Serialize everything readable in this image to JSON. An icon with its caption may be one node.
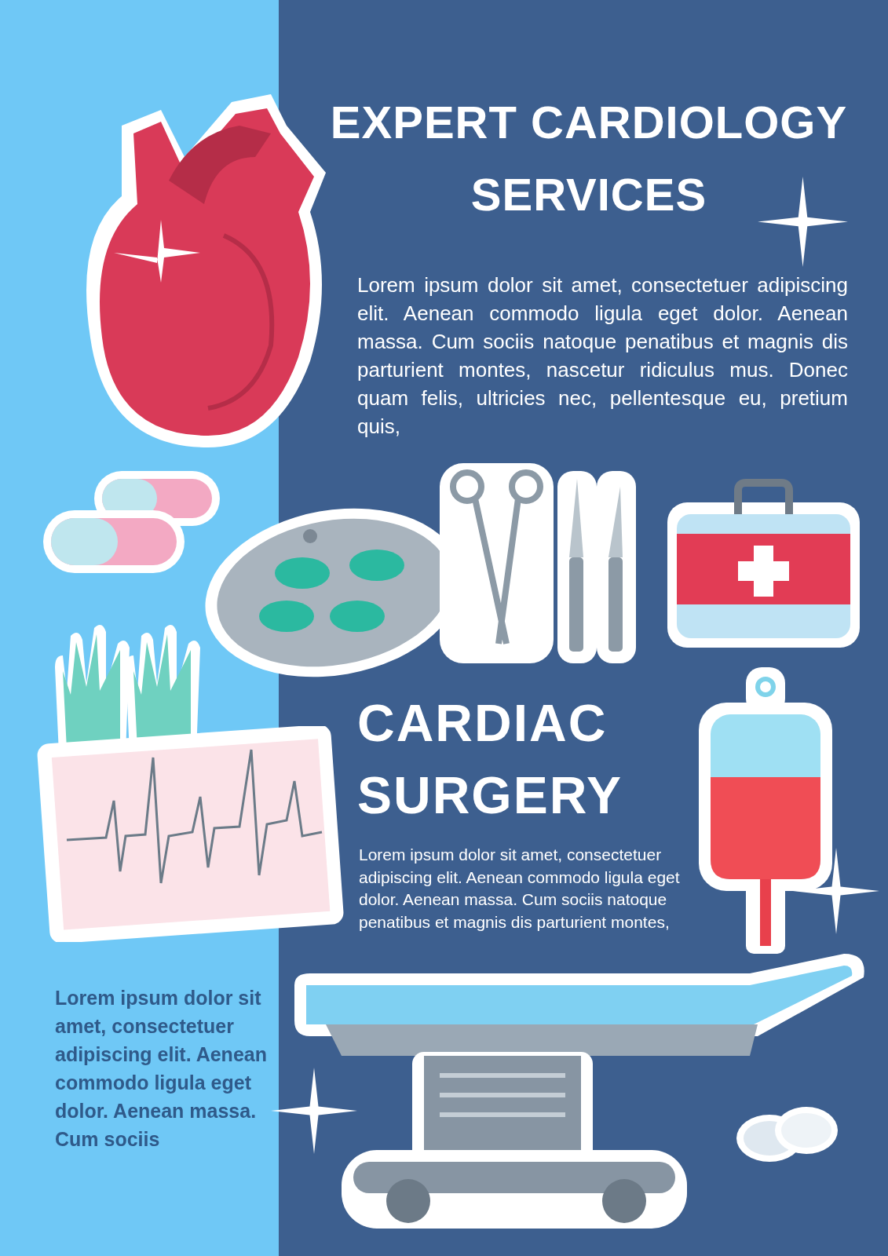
{
  "diagram": {
    "title": "EXPERT CARDIOLOGY SERVICES",
    "labels": [
      "Lorem ipsum dolor sit amet, consectetuer adipiscing elit. Aenean commodo ligula eget dolor. Aenean massa. Cum sociis natoque penatibus et magnis dis parturient montes, nascetur ridiculus mus. Donec quam felis, ultricies nec, pellentesque eu, pretium quis,",
      "CARDIAC SURGERY",
      "Lorem ipsum dolor sit amet, consectetuer adipiscing elit. Aenean commodo ligula eget dolor. Aenean massa. Cum sociis natoque penatibus et magnis dis parturient montes,",
      "Lorem ipsum dolor sit amet, consectetuer adipiscing elit. Aenean commodo ligula eget dolor. Aenean massa. Cum sociis"
    ]
  }
}
